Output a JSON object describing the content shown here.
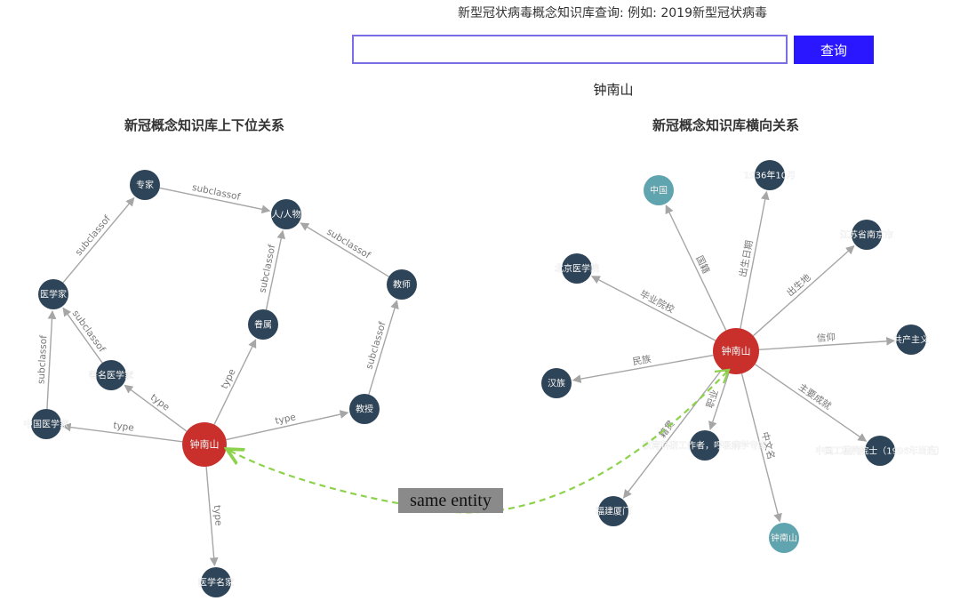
{
  "header": {
    "query_label": "新型冠状病毒概念知识库查询: 例如: 2019新型冠状病毒",
    "search_value": "",
    "search_button": "查询",
    "result_name": "钟南山"
  },
  "panels": {
    "left_title": "新冠概念知识库上下位关系",
    "right_title": "新冠概念知识库横向关系"
  },
  "colors": {
    "dark_node": "#2e4458",
    "red_node": "#c9302c",
    "teal_node": "#5fa4ae",
    "edge": "#a6a6a6",
    "link_dashed": "#8cd24a"
  },
  "annotation": {
    "same_entity": "same entity"
  },
  "left_graph": {
    "nodes": [
      {
        "id": "zns",
        "label": "钟南山",
        "kind": "red"
      },
      {
        "id": "zj",
        "label": "专家",
        "kind": "dark"
      },
      {
        "id": "rrw",
        "label": "人/人物",
        "kind": "dark"
      },
      {
        "id": "yxj",
        "label": "医学家",
        "kind": "dark"
      },
      {
        "id": "js",
        "label": "教师",
        "kind": "dark"
      },
      {
        "id": "jsu",
        "label": "眷属",
        "kind": "dark"
      },
      {
        "id": "zmyxj",
        "label": "著名医学家",
        "kind": "dark"
      },
      {
        "id": "jiaoshou",
        "label": "教授",
        "kind": "dark"
      },
      {
        "id": "zgyxj",
        "label": "中国医学家",
        "kind": "dark"
      },
      {
        "id": "yxmj",
        "label": "医学名家",
        "kind": "dark"
      }
    ],
    "edges": [
      {
        "from": "zj",
        "to": "rrw",
        "label": "subclassof"
      },
      {
        "from": "yxj",
        "to": "zj",
        "label": "subclassof"
      },
      {
        "from": "js",
        "to": "rrw",
        "label": "subclassof"
      },
      {
        "from": "jsu",
        "to": "rrw",
        "label": "subclassof"
      },
      {
        "from": "zmyxj",
        "to": "yxj",
        "label": "subclassof"
      },
      {
        "from": "zgyxj",
        "to": "yxj",
        "label": "subclassof"
      },
      {
        "from": "jiaoshou",
        "to": "js",
        "label": "subclassof"
      },
      {
        "from": "zns",
        "to": "jsu",
        "label": "type"
      },
      {
        "from": "zns",
        "to": "zmyxj",
        "label": "type"
      },
      {
        "from": "zns",
        "to": "jiaoshou",
        "label": "type"
      },
      {
        "from": "zns",
        "to": "zgyxj",
        "label": "type"
      },
      {
        "from": "zns",
        "to": "yxmj",
        "label": "type"
      }
    ]
  },
  "right_graph": {
    "nodes": [
      {
        "id": "zns",
        "label": "钟南山",
        "kind": "red"
      },
      {
        "id": "zg",
        "label": "中国",
        "kind": "teal"
      },
      {
        "id": "d1936",
        "label": "1936年10月",
        "kind": "dark"
      },
      {
        "id": "jsnj",
        "label": "江苏省南京市",
        "kind": "dark"
      },
      {
        "id": "bjyxy",
        "label": "北京医学院",
        "kind": "dark"
      },
      {
        "id": "gczy",
        "label": "共产主义",
        "kind": "dark"
      },
      {
        "id": "hz",
        "label": "汉族",
        "kind": "dark"
      },
      {
        "id": "zggcy",
        "label": "中国工程院院士（1996年当选）",
        "kind": "dark"
      },
      {
        "id": "jykg",
        "label": "教育科研工作者，呼吸病学专家",
        "kind": "dark"
      },
      {
        "id": "fjxm",
        "label": "福建厦门",
        "kind": "dark"
      },
      {
        "id": "zns2",
        "label": "钟南山",
        "kind": "teal"
      }
    ],
    "edges": [
      {
        "from": "zns",
        "to": "zg",
        "label": "国籍"
      },
      {
        "from": "zns",
        "to": "d1936",
        "label": "出生日期"
      },
      {
        "from": "zns",
        "to": "jsnj",
        "label": "出生地"
      },
      {
        "from": "zns",
        "to": "bjyxy",
        "label": "毕业院校"
      },
      {
        "from": "zns",
        "to": "gczy",
        "label": "信仰"
      },
      {
        "from": "zns",
        "to": "hz",
        "label": "民族"
      },
      {
        "from": "zns",
        "to": "zggcy",
        "label": "主要成就"
      },
      {
        "from": "zns",
        "to": "jykg",
        "label": "职业"
      },
      {
        "from": "zns",
        "to": "fjxm",
        "label": "籍贯"
      },
      {
        "from": "zns",
        "to": "zns2",
        "label": "中文名"
      }
    ]
  }
}
